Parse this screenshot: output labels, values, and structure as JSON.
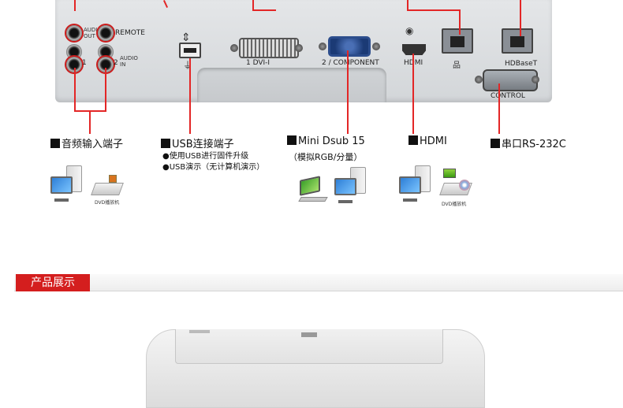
{
  "panel": {
    "audio_out": "AUDIO\nOUT",
    "remote": "REMOTE",
    "audio_in": "AUDIO\nIN",
    "ch1": "1",
    "ch2": "2",
    "dvi": "1 DVI-I",
    "component": "2 / COMPONENT",
    "hdmi": "HDMI",
    "hdbaset": "HDBaseT",
    "control": "CONTROL"
  },
  "connectors": [
    {
      "label": "音频输入端子"
    },
    {
      "label": "USB连接端子",
      "notes": [
        "●使用USB进行固件升级",
        "●USB演示（无计算机演示）"
      ]
    },
    {
      "label": "Mini Dsub 15",
      "notes": [
        "（模拟RGB/分量）"
      ]
    },
    {
      "label": "HDMI"
    },
    {
      "label": "串口RS-232C"
    }
  ],
  "icon_captions": {
    "dvd1": "DVD播放机",
    "dvd2": "DVD播放机"
  },
  "section": {
    "title": "产品展示"
  },
  "colors": {
    "accent": "#d41e1e",
    "pointer_line": "#e32626"
  }
}
